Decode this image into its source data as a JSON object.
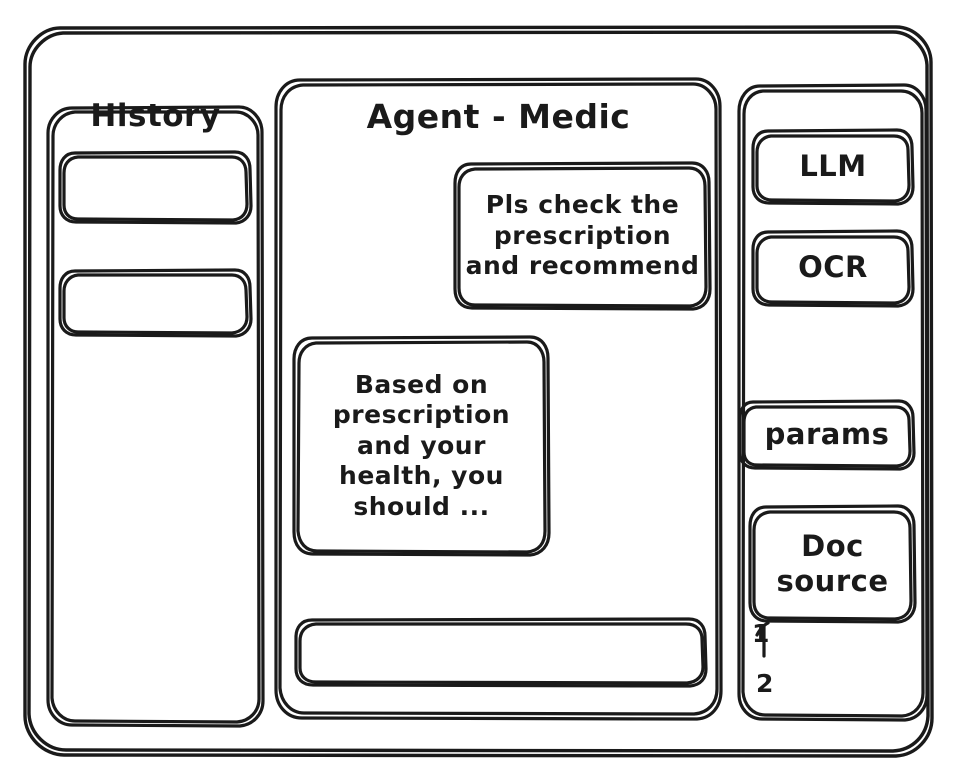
{
  "app": {
    "style": "hand-drawn-wireframe",
    "stroke_color": "#1a1a1a",
    "background_color": "#ffffff"
  },
  "window_frame": {
    "name": "app-window"
  },
  "sidebar_left": {
    "title": "History",
    "items": [
      {
        "label": "",
        "name": "history-item-1"
      },
      {
        "label": "",
        "name": "history-item-2"
      }
    ]
  },
  "main": {
    "title": "Agent - Medic",
    "messages": [
      {
        "role": "user",
        "align": "right",
        "text": "Pls check the\nprescription\nand recommend"
      },
      {
        "role": "assistant",
        "align": "left",
        "text": "Based on\nprescription\nand your\nhealth, you\nshould ..."
      }
    ],
    "composer": {
      "value": "",
      "placeholder": ""
    }
  },
  "sidebar_right": {
    "buttons": [
      {
        "label": "LLM",
        "name": "llm-button"
      },
      {
        "label": "OCR",
        "name": "ocr-button"
      },
      {
        "label": "params",
        "name": "params-button"
      }
    ],
    "doc_source": {
      "label": "Doc\nsource"
    },
    "doc_list": [
      {
        "label": "1"
      },
      {
        "label": "2"
      }
    ]
  }
}
